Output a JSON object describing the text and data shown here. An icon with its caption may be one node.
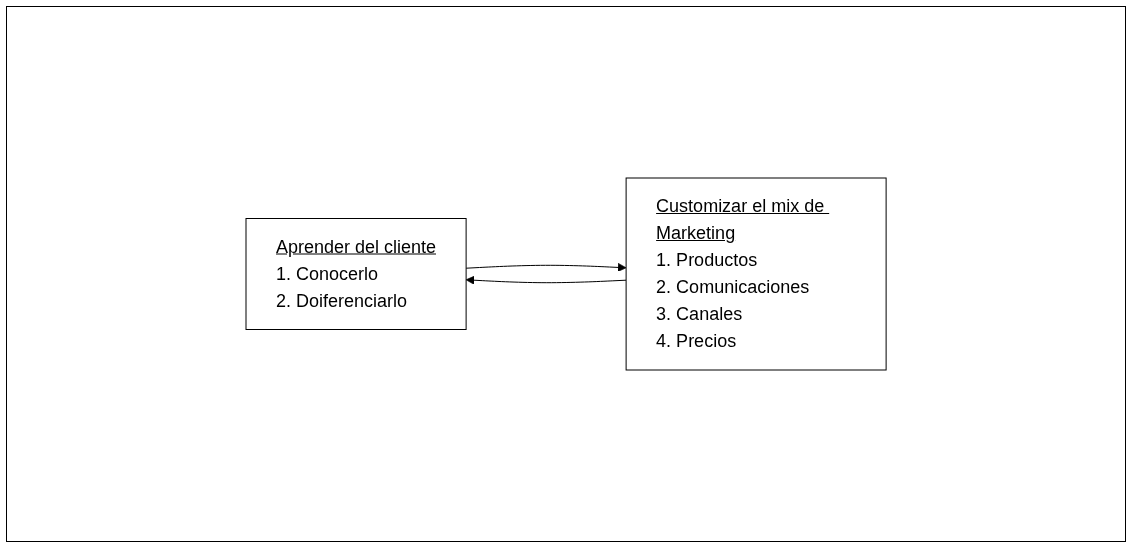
{
  "diagram": {
    "nodes": [
      {
        "text": [
          "Aprender del cliente",
          "1. Conocerlo",
          "2. Doiferenciarlo"
        ]
      },
      {
        "text": [
          "Customizar el mix de Marketing",
          "1. Productos",
          "2. Comunicaciones",
          "3. Canales",
          "4. Precios"
        ]
      }
    ],
    "edges": [
      {
        "from": 0,
        "to": 1,
        "arrow": "to"
      },
      {
        "from": 1,
        "to": 0,
        "arrow": "to"
      }
    ]
  }
}
